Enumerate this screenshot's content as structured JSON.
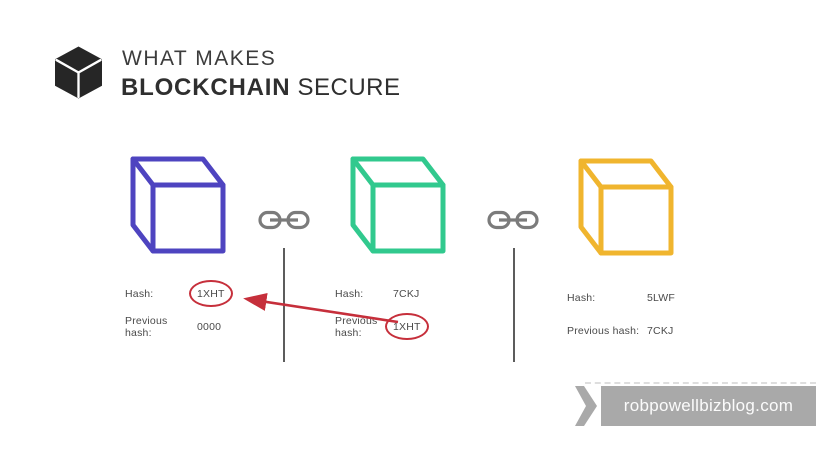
{
  "header": {
    "line1": "WHAT MAKES",
    "line2_bold": "BLOCKCHAIN",
    "line2_rest": " SECURE"
  },
  "blocks": [
    {
      "cube_color": "#4e44c0",
      "hash_label": "Hash:",
      "hash_value": "1XHT",
      "hash_circled": true,
      "previous_label": "Previous hash:",
      "previous_value": "0000",
      "previous_circled": false
    },
    {
      "cube_color": "#31c98e",
      "hash_label": "Hash:",
      "hash_value": "7CKJ",
      "hash_circled": false,
      "previous_label": "Previous hash:",
      "previous_value": "1XHT",
      "previous_circled": true
    },
    {
      "cube_color": "#f0b52e",
      "hash_label": "Hash:",
      "hash_value": "5LWF",
      "hash_circled": false,
      "previous_label": "Previous hash:",
      "previous_value": "7CKJ",
      "previous_circled": false
    }
  ],
  "connectors": {
    "color": "#7b7b7b",
    "divider_color": "#5c5c5c"
  },
  "annotation": {
    "color": "#c62f3b"
  },
  "watermark": {
    "text": "robpowellbizblog.com",
    "background": "#a9a9a9"
  }
}
